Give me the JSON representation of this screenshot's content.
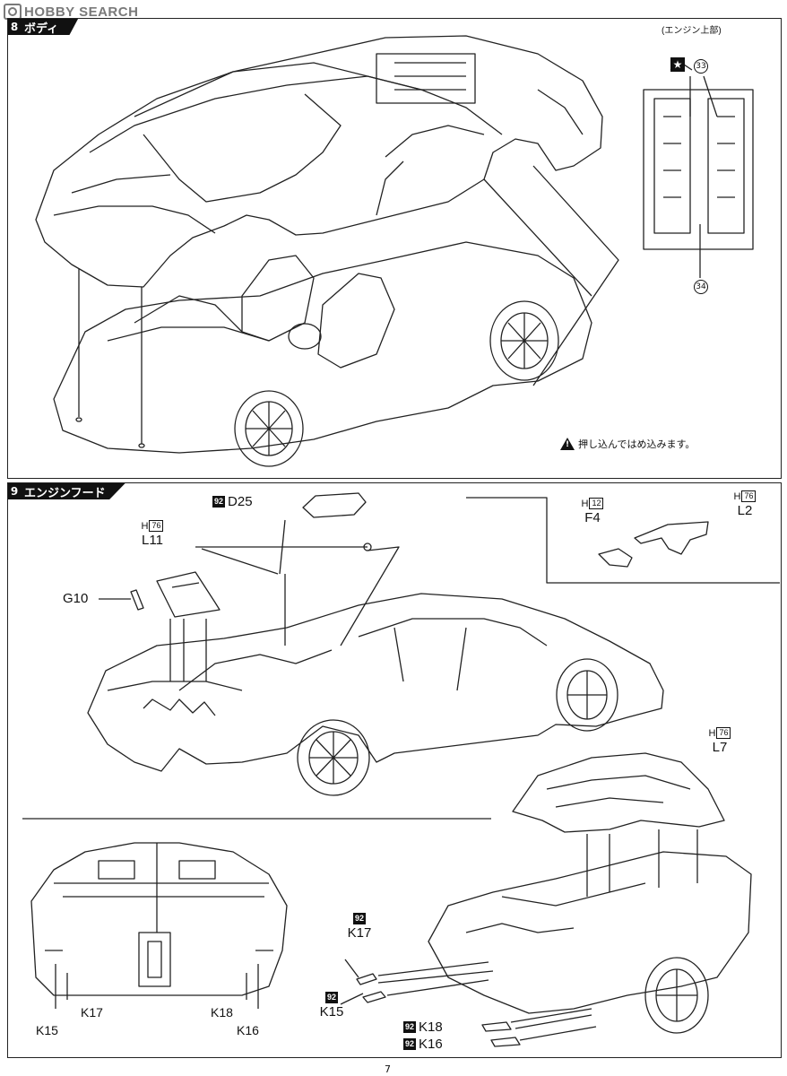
{
  "watermark": {
    "text": "HOBBY SEARCH"
  },
  "steps": [
    {
      "number": "8",
      "title": "ボディ"
    },
    {
      "number": "9",
      "title": "エンジンフード"
    }
  ],
  "step8": {
    "engine_top_label": "(エンジン上部)",
    "part_33": "33",
    "part_34": "34",
    "note": "押し込んではめ込みます。"
  },
  "step9": {
    "parts": {
      "d25": {
        "code": "92",
        "name": "D25"
      },
      "l11": {
        "h": "76",
        "name": "L11"
      },
      "g10": {
        "name": "G10"
      },
      "f4": {
        "h": "12",
        "name": "F4"
      },
      "l2": {
        "h": "76",
        "name": "L2"
      },
      "l7": {
        "h": "76",
        "name": "L7"
      },
      "k17_top": {
        "code": "92",
        "name": "K17"
      },
      "k15_top": {
        "code": "92",
        "name": "K15"
      },
      "k18_top": {
        "code": "92",
        "name": "K18"
      },
      "k16_top": {
        "code": "92",
        "name": "K16"
      }
    },
    "rear_labels": {
      "k17": "K17",
      "k15": "K15",
      "k18": "K18",
      "k16": "K16"
    }
  },
  "page_number": "7"
}
